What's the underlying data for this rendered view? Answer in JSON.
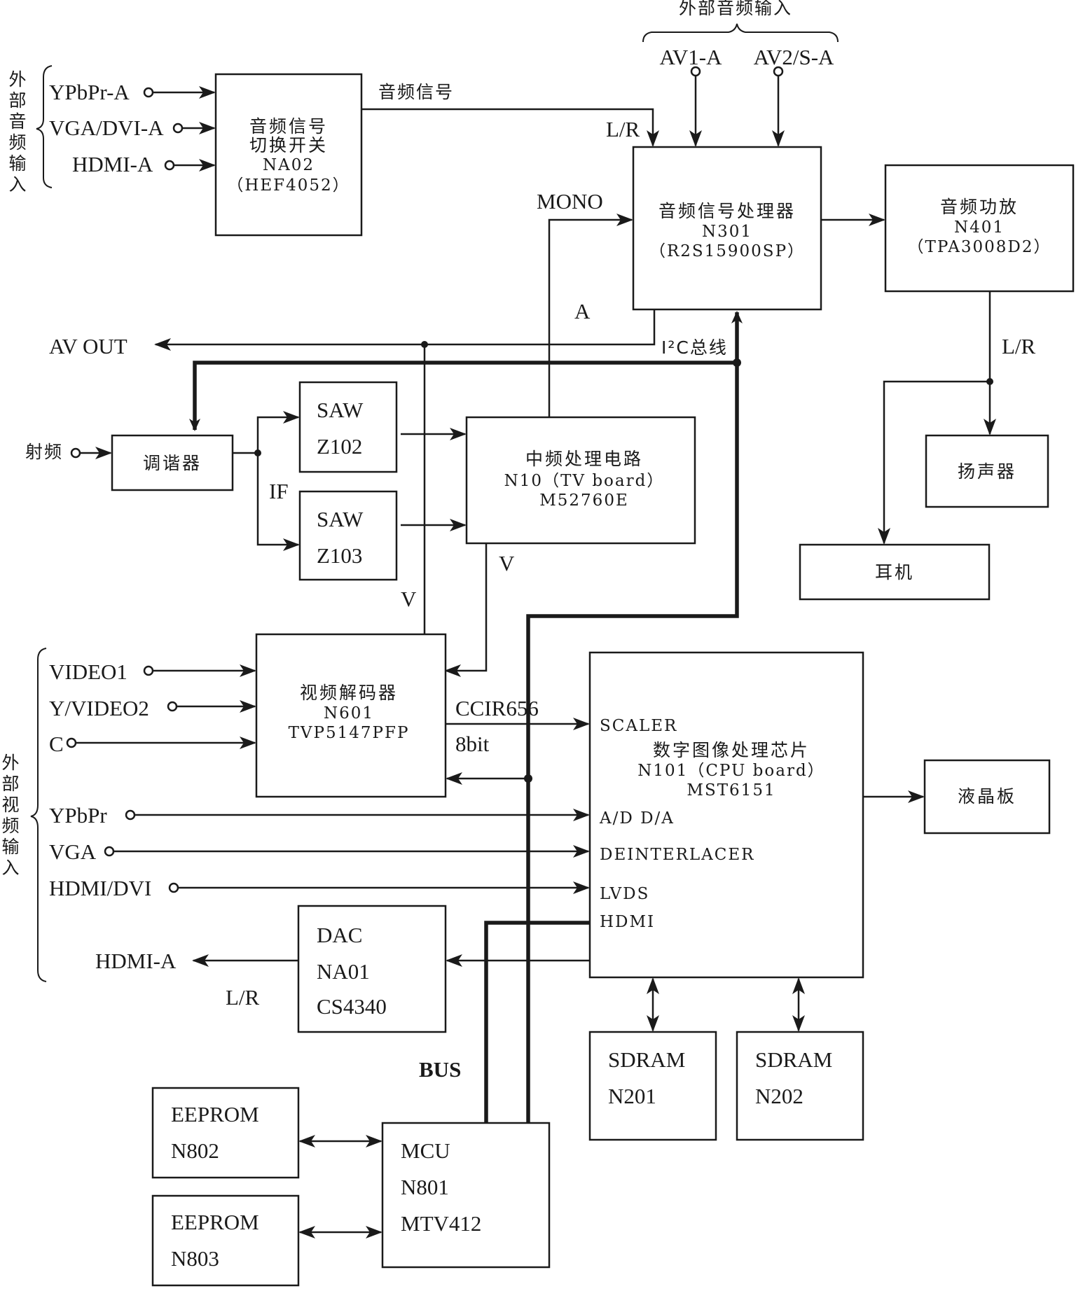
{
  "ext_audio_top": {
    "title": "外部音频输入",
    "av1": "AV1-A",
    "av2": "AV2/S-A"
  },
  "ext_audio_left": {
    "title": [
      "外",
      "部",
      "音",
      "频",
      "输",
      "入"
    ],
    "inputs": [
      "YPbPr-A",
      "VGA/DVI-A",
      "HDMI-A"
    ]
  },
  "ext_video_left": {
    "title": [
      "外",
      "部",
      "视",
      "频",
      "输",
      "入"
    ],
    "inputs": [
      "VIDEO1",
      "Y/VIDEO2",
      "C",
      "YPbPr",
      "VGA",
      "HDMI/DVI"
    ]
  },
  "blocks": {
    "audio_switch": [
      "音频信号",
      "切换开关",
      "NA02",
      "（HEF4052）"
    ],
    "audio_proc": [
      "音频信号处理器",
      "N301",
      "（R2S15900SP）"
    ],
    "audio_amp": [
      "音频功放",
      "N401",
      "（TPA3008D2）"
    ],
    "speaker": "扬声器",
    "headphone": "耳机",
    "tuner": "调谐器",
    "saw1": [
      "SAW",
      "Z102"
    ],
    "saw2": [
      "SAW",
      "Z103"
    ],
    "if_proc": [
      "中频处理电路",
      "N10（TV board）",
      "M52760E"
    ],
    "video_decoder": [
      "视频解码器",
      "N601",
      "TVP5147PFP"
    ],
    "scaler": {
      "top": "SCALER",
      "title": [
        "数字图像处理芯片",
        "N101（CPU board）",
        "MST6151"
      ],
      "ports": [
        "A/D D/A",
        "DEINTERLACER",
        "LVDS",
        "HDMI"
      ]
    },
    "lcd": "液晶板",
    "dac": [
      "DAC",
      "NA01",
      "CS4340"
    ],
    "sdram1": [
      "SDRAM",
      "N201"
    ],
    "sdram2": [
      "SDRAM",
      "N202"
    ],
    "eeprom1": [
      "EEPROM",
      "N802"
    ],
    "eeprom2": [
      "EEPROM",
      "N803"
    ],
    "mcu": [
      "MCU",
      "N801",
      "MTV412"
    ]
  },
  "labels": {
    "audio_signal": "音频信号",
    "lr_top": "L/R",
    "mono": "MONO",
    "a": "A",
    "av_out": "AV OUT",
    "i2c": "I²C总线",
    "lr_amp": "L/R",
    "rf": "射频",
    "if": "IF",
    "v1": "V",
    "v2": "V",
    "ccir": "CCIR656",
    "bit8": "8bit",
    "hdmi_a_out": "HDMI-A",
    "lr_dac": "L/R",
    "bus": "BUS"
  }
}
